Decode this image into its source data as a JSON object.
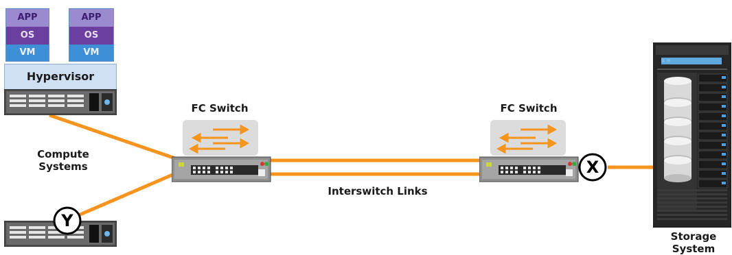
{
  "compute": {
    "vm1": {
      "app": "APP",
      "os": "OS",
      "vm": "VM"
    },
    "vm2": {
      "app": "APP",
      "os": "OS",
      "vm": "VM"
    },
    "hypervisor": "Hypervisor",
    "label_line1": "Compute",
    "label_line2": "Systems"
  },
  "switches": {
    "left_label": "FC Switch",
    "right_label": "FC Switch"
  },
  "links": {
    "interswitch_label": "Interswitch Links"
  },
  "markers": {
    "x": "X",
    "y": "Y"
  },
  "storage": {
    "label_line1": "Storage",
    "label_line2": "System"
  },
  "colors": {
    "link": "#f7941d",
    "vm_app": "#8e7cc3",
    "vm_os": "#6b3fa0",
    "vm_vm": "#3d8fd6",
    "hypervisor_bg": "#cfe0f3",
    "switch_body": "#9a9a9a",
    "storage_body": "#2b2b2b"
  },
  "icons": [
    "server-icon",
    "fc-switch-icon",
    "storage-array-icon",
    "x-marker-icon",
    "y-marker-icon"
  ]
}
